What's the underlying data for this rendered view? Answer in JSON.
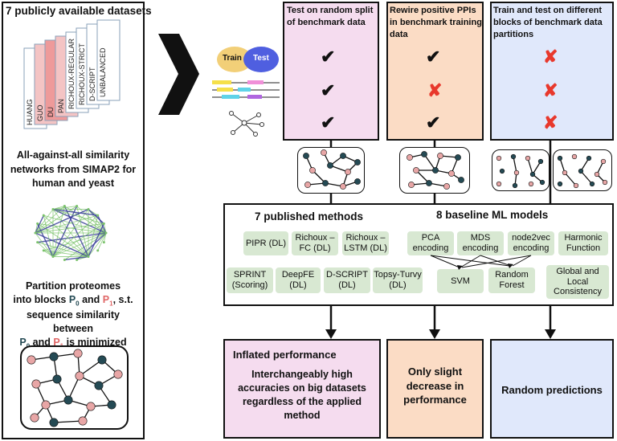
{
  "left_panel": {
    "title": "7 publicly available datasets",
    "datasets": [
      "HUANG",
      "GUO",
      "DU",
      "PAN",
      "RICHOUX-REGULAR",
      "RICHOUX-STRICT",
      "D-SCRIPT",
      "UNBALANCED"
    ],
    "similarity_text": "All-against-all similarity networks from SIMAP2 for human and yeast",
    "partition_text": {
      "line1": "Partition proteomes",
      "line2": "into blocks P0 and P1, s.t.",
      "line3": "sequence similarity between",
      "line4": "P0 and P1 is minimized"
    }
  },
  "venn": {
    "train_label": "Train",
    "test_label": "Test"
  },
  "columns": [
    {
      "header": "Test on random split of benchmark data",
      "marks": [
        "check",
        "check",
        "check"
      ]
    },
    {
      "header": "Rewire positive PPIs in benchmark training data",
      "marks": [
        "check",
        "cross",
        "check"
      ]
    },
    {
      "header": "Train and test on different blocks of benchmark data partitions",
      "marks": [
        "cross",
        "cross",
        "cross"
      ]
    }
  ],
  "methods_box": {
    "published_title": "7 published methods",
    "baseline_title": "8 baseline ML models",
    "published": [
      "PIPR (DL)",
      "Richoux –\nFC (DL)",
      "Richoux –\nLSTM (DL)",
      "SPRINT\n(Scoring)",
      "DeepFE\n(DL)",
      "D-SCRIPT\n(DL)",
      "Topsy-Turvy\n(DL)"
    ],
    "baseline": [
      "PCA\nencoding",
      "MDS\nencoding",
      "node2vec\nencoding",
      "Harmonic\nFunction",
      "SVM",
      "Random\nForest",
      "Global and\nLocal\nConsistency"
    ]
  },
  "results": [
    {
      "title": "Inflated performance",
      "body": "Interchangeably high accuracies on big datasets regardless of the applied method"
    },
    {
      "body": "Only slight decrease in performance"
    },
    {
      "body": "Random predictions"
    }
  ],
  "colors": {
    "pink": "#f5dcef",
    "peach": "#fbdcc5",
    "blue": "#e0e8fb",
    "chip": "#d8e8d2",
    "node_dark": "#244a54",
    "node_pink": "#e8a6a6",
    "cross": "#e8382c",
    "venn_train": "#f2cf78",
    "venn_test": "#4f5fe0"
  },
  "icons": [
    "big-arrow-icon",
    "venn-icon",
    "sequence-icon",
    "network-icon",
    "check-icon",
    "cross-icon"
  ]
}
